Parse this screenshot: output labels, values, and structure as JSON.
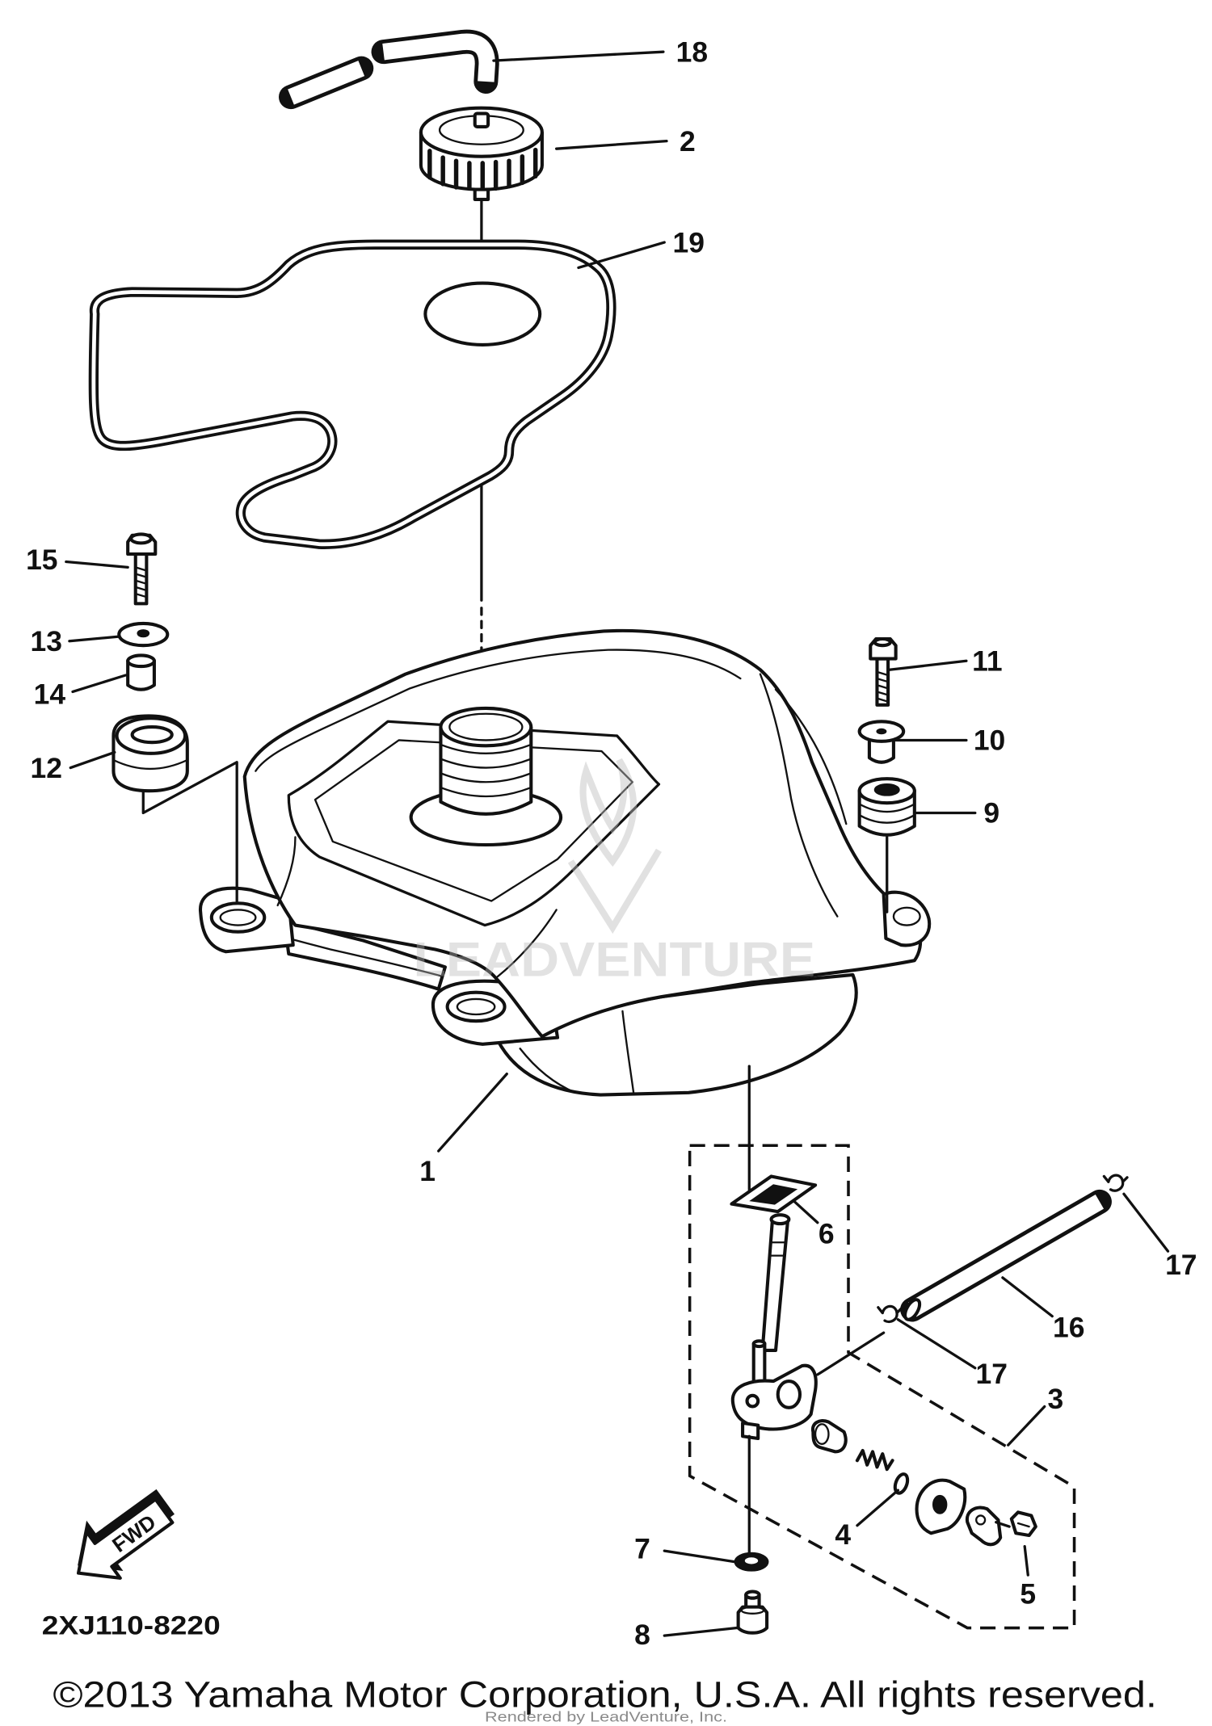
{
  "diagram": {
    "callouts": [
      "18",
      "2",
      "19",
      "15",
      "13",
      "14",
      "12",
      "11",
      "10",
      "9",
      "1",
      "6",
      "17",
      "16",
      "17",
      "3",
      "4",
      "7",
      "5",
      "8"
    ],
    "fwd_label": "FWD",
    "drawing_code": "2XJ110-8220"
  },
  "watermark": {
    "text": "LEADVENTURE",
    "render_credit": "Rendered by LeadVenture, Inc."
  },
  "footer": {
    "copyright": "©2013 Yamaha Motor Corporation, U.S.A. All rights reserved."
  }
}
